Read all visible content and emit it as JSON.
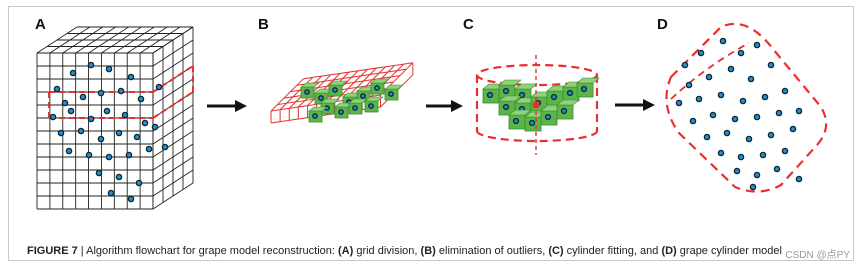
{
  "panels": {
    "a": {
      "label": "A"
    },
    "b": {
      "label": "B"
    },
    "c": {
      "label": "C"
    },
    "d": {
      "label": "D"
    }
  },
  "caption": {
    "figure": "FIGURE 7",
    "separator": " | ",
    "lead": "Algorithm flowchart for grape model reconstruction: ",
    "a_key": "(A)",
    "a_text": " grid division, ",
    "b_key": "(B)",
    "b_text": " elimination of outliers, ",
    "c_key": "(C)",
    "c_text": " cylinder fitting, and ",
    "d_key": "(D)",
    "d_text": " grape cylinder model"
  },
  "watermark": "CSDN @点PY",
  "colors": {
    "grid_line": "#222222",
    "red_outline": "#e8302e",
    "green_block": "#5cb548",
    "green_dark": "#3b8a30",
    "berry_fill": "#2a8fd0",
    "berry_ring": "#0b2a3a",
    "arrow": "#111111"
  }
}
